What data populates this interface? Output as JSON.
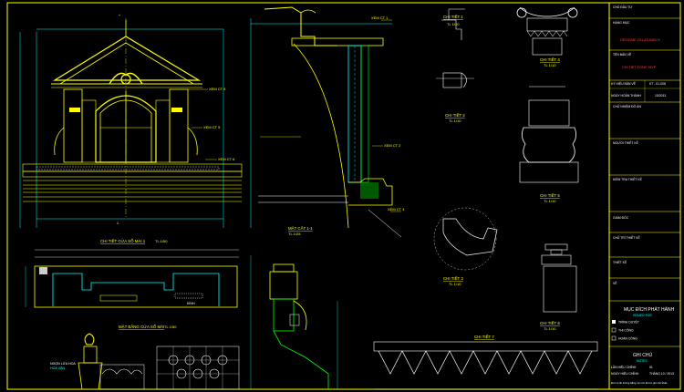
{
  "drawing": {
    "elevation": {
      "caption": "CHI TIẾT CỬA SỔ MÁI 1",
      "scale": "TL 1/50",
      "callout_ct4": "XEM CT 4",
      "callout_ct6": "XEM CT 6",
      "callout_ct5": "XEM CT 5"
    },
    "plan": {
      "caption": "MẶT BẰNG CỬA SỔ MÁI",
      "scale": "TL 1/50"
    },
    "section": {
      "caption": "MẶT CẮT 1-1",
      "scale": "TL 1/25",
      "callout_ct1": "XEM CT 1",
      "callout_ct2": "XEM CT 2",
      "callout_ct3": "XEM CT 3"
    },
    "details": {
      "d1": "CHI TIẾT 1",
      "d2": "CHI TIẾT 2",
      "d3": "CHI TIẾT 3",
      "d4": "CHI TIẾT 4",
      "d5": "CHI TIẾT 5",
      "d6": "CHI TIẾT 6",
      "d7": "CHI TIẾT 7",
      "scale": "TL 1/10"
    },
    "lower": {
      "label": "HOA VĂN",
      "sub": "NGỌN LỬA HOA"
    }
  },
  "title_block": {
    "owner_label": "CHỦ ĐẦU TƯ",
    "project_label": "HẠNG MỤC",
    "project_value": "DESIGNE VILLAS BAN H",
    "drawing_label": "TÊN BẢN VẼ",
    "drawing_title": "CHI TIẾT TỔNG HỢP",
    "sheet_no_label": "KÝ HIỆU BẢN VẼ",
    "sheet_no": "KT - 01-006",
    "date_label": "NGÀY HOÀN THÀNH",
    "date": "10/2013",
    "consultant_label": "CHỦ NHIỆM ĐỒ ÁN",
    "designer_label": "NGƯỜI THIẾT KẾ",
    "checker_label": "KIỂM TRA THIẾT KẾ",
    "approve_label": "GIÁM ĐỐC",
    "chief_label": "CHỦ TRÌ THIẾT KẾ",
    "draw_label": "THIẾT KẾ",
    "draft_label": "VẼ",
    "issue_title": "MỤC ĐÍCH PHÁT HÀNH",
    "issue_sub": "ISSUED FOR",
    "issue_items": [
      "TRÌNH DUYỆT",
      "THI CÔNG",
      "HOÀN CÔNG"
    ],
    "note_title": "GHI CHÚ",
    "note_sub": "NOTES",
    "revision_label": "LẦN HIỆU CHỈNH",
    "revision_value": "01",
    "revision_date_label": "NGÀY HIỆU CHỈNH",
    "revision_date": "THÁNG 10 / 2013",
    "footer_note": "Đơn vị đo lường bằng mm trừ khi có ghi chú khác"
  },
  "colors": {
    "background": "#000000",
    "main_line": "#ffff00",
    "cyan": "#00ffff",
    "green": "#00ff00",
    "white": "#ffffff",
    "red": "#ff2020",
    "magenta": "#ff00ff"
  }
}
